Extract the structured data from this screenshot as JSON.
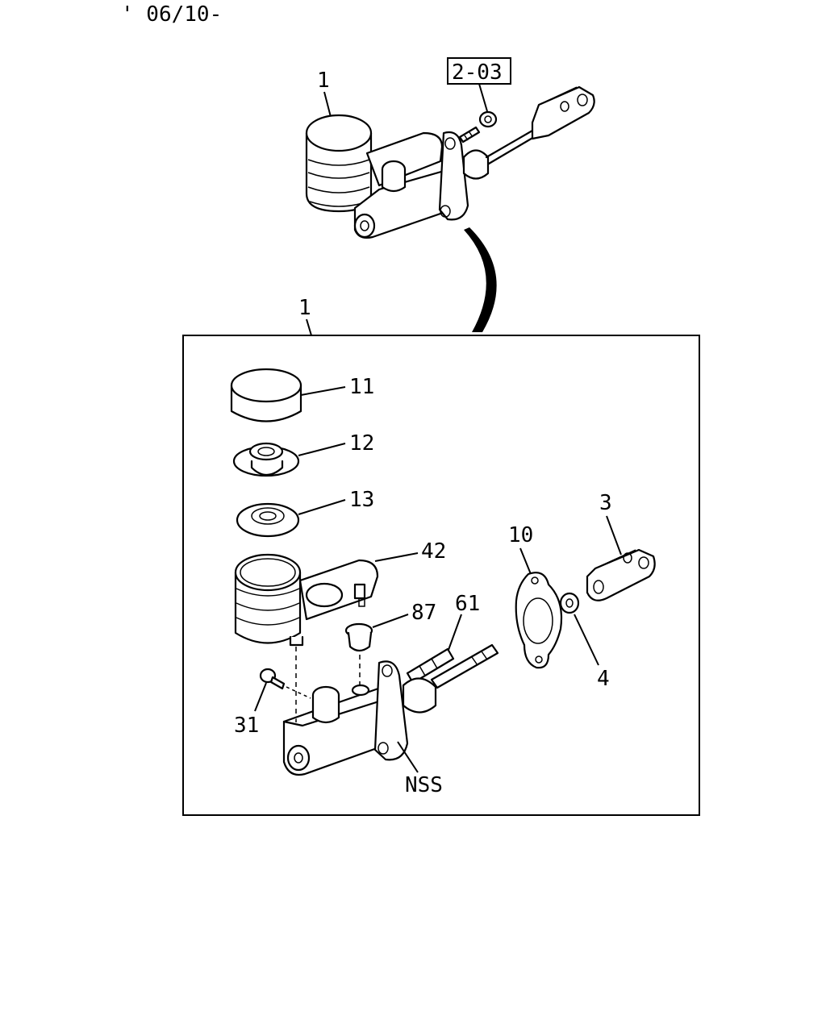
{
  "header": {
    "date_code": "' 06/10-"
  },
  "ref_box": {
    "text": "2-03"
  },
  "labels": {
    "assembly_top": "1",
    "assembly_box": "1",
    "p11": "11",
    "p12": "12",
    "p13": "13",
    "p42": "42",
    "p87": "87",
    "p61": "61",
    "p31": "31",
    "nss": "NSS",
    "p10": "10",
    "p3": "3",
    "p4": "4"
  }
}
